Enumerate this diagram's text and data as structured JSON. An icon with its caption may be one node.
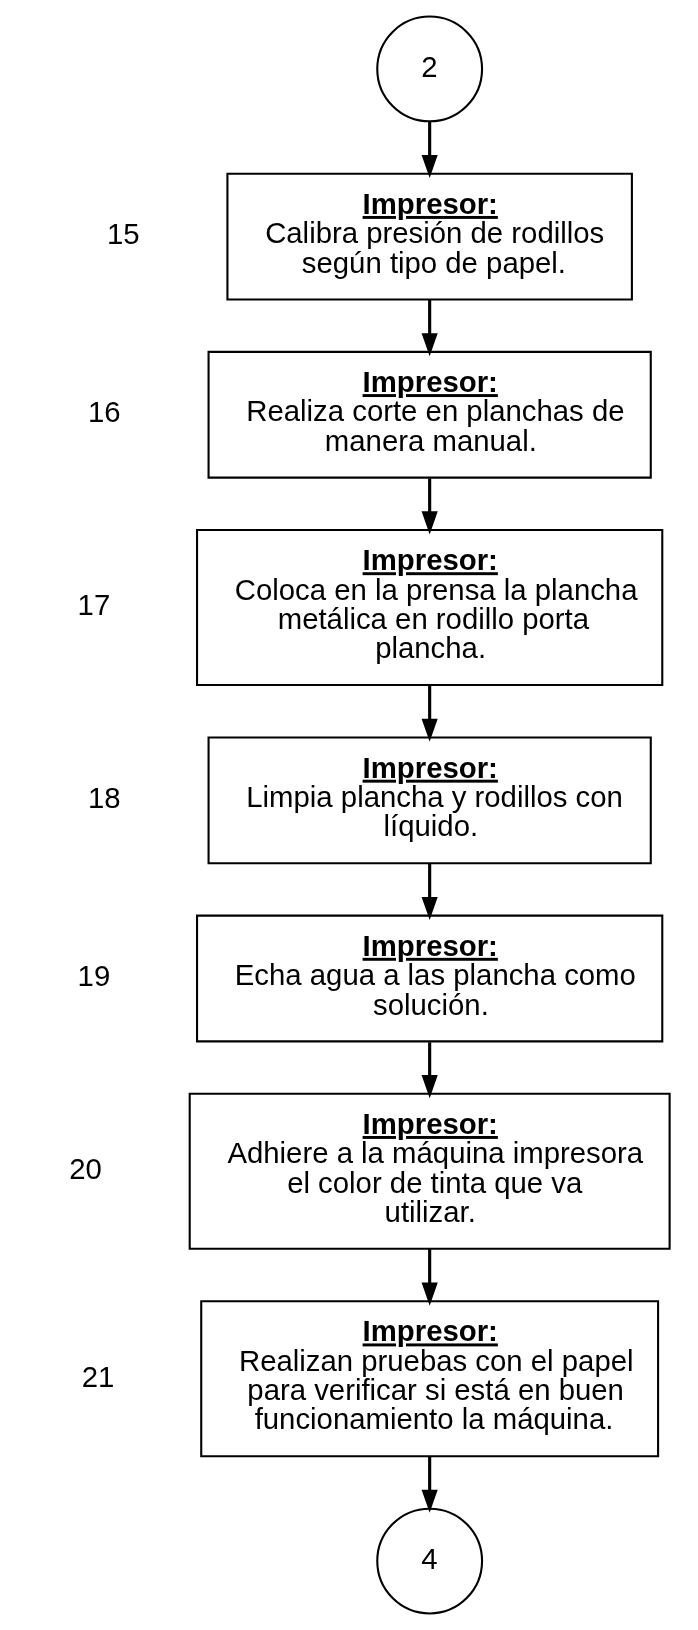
{
  "diagram": {
    "nodes": [
      {
        "text": [
          "2"
        ]
      },
      {
        "text": [
          "Impresor:",
          "Calibra presión de rodillos según tipo de papel."
        ],
        "beside": [
          "15"
        ]
      },
      {
        "text": [
          "Impresor:",
          "Realiza corte en planchas de manera manual."
        ],
        "beside": [
          "16"
        ]
      },
      {
        "text": [
          "Impresor:",
          "Coloca en la prensa la plancha metálica en rodillo porta plancha."
        ],
        "beside": [
          "17"
        ]
      },
      {
        "text": [
          "Impresor:",
          "Limpia plancha y rodillos con líquido."
        ],
        "beside": [
          "18"
        ]
      },
      {
        "text": [
          "Impresor:",
          "Echa agua a las plancha como solución."
        ],
        "beside": [
          "19"
        ]
      },
      {
        "text": [
          "Impresor:",
          "Adhiere a la máquina impresora el color de tinta que va utilizar."
        ],
        "beside": [
          "20"
        ]
      },
      {
        "text": [
          "Impresor:",
          "Realizan pruebas con el papel para verificar si está en buen funcionamiento la máquina."
        ],
        "beside": [
          "21"
        ]
      },
      {
        "text": [
          "4"
        ]
      }
    ],
    "edges": [
      {
        "from": 0,
        "to": 1,
        "arrow": "to"
      },
      {
        "from": 1,
        "to": 2,
        "arrow": "to"
      },
      {
        "from": 2,
        "to": 3,
        "arrow": "to"
      },
      {
        "from": 3,
        "to": 4,
        "arrow": "to"
      },
      {
        "from": 4,
        "to": 5,
        "arrow": "to"
      },
      {
        "from": 5,
        "to": 6,
        "arrow": "to"
      },
      {
        "from": 6,
        "to": 7,
        "arrow": "to"
      },
      {
        "from": 7,
        "to": 8,
        "arrow": "to"
      }
    ]
  }
}
